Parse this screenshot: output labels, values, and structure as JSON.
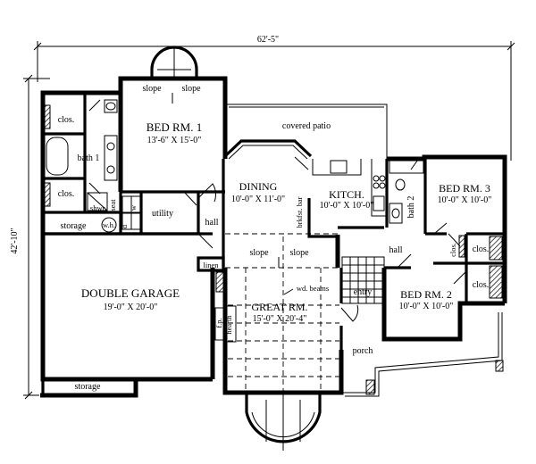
{
  "overall_dims": {
    "width": "62'-5\"",
    "depth": "42'-10\""
  },
  "rooms": {
    "bed1": {
      "name": "BED RM. 1",
      "size": "13'-6\" X 15'-0\""
    },
    "dining": {
      "name": "DINING",
      "size": "10'-0\" X 11'-0\""
    },
    "kitchen": {
      "name": "KITCH.",
      "size": "10'-0\" X 10'-0\""
    },
    "bed3": {
      "name": "BED RM. 3",
      "size": "10'-0\" X 10'-0\""
    },
    "bed2": {
      "name": "BED RM. 2",
      "size": "10'-0\" X 10'-0\""
    },
    "garage": {
      "name": "DOUBLE GARAGE",
      "size": "19'-0\" X 20'-0\""
    },
    "great": {
      "name": "GREAT RM.",
      "size": "15'-0\" X 20'-4\""
    }
  },
  "labels": {
    "covered_patio": "covered patio",
    "slope": "slope",
    "clos": "clos.",
    "bath1": "bath 1",
    "bath2": "bath 2",
    "utility": "utility",
    "hall": "hall",
    "storage": "storage",
    "shwr": "shwr.",
    "seat": "seat",
    "d": "d",
    "w": "w",
    "wh": "w.h.",
    "linen": "linen",
    "brkfst_bar": "brkfst. bar",
    "wd_beams": "wd. beams",
    "entry": "entry",
    "porch": "porch",
    "fp": "f.p.",
    "hearth": "hearth"
  }
}
